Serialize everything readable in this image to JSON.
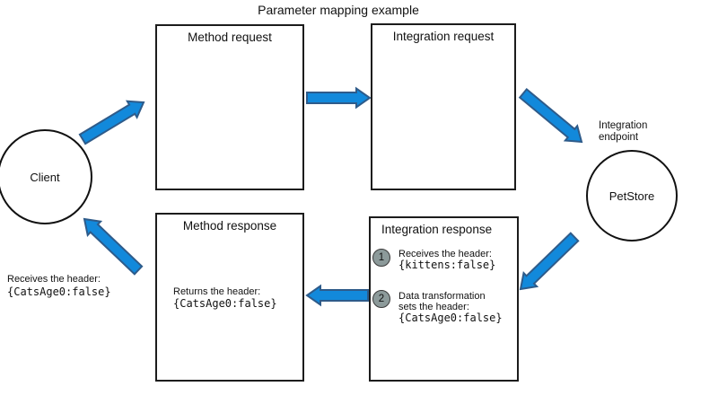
{
  "title": "Parameter mapping example",
  "client": {
    "label": "Client",
    "annotation_label": "Receives the header:",
    "annotation_code": "{CatsAge0:false}"
  },
  "endpoint": {
    "label": "PetStore",
    "caption": "Integration endpoint"
  },
  "boxes": {
    "method_request": {
      "title": "Method request"
    },
    "integration_request": {
      "title": "Integration request"
    },
    "method_response": {
      "title": "Method response",
      "body_label": "Returns the header:",
      "body_code": "{CatsAge0:false}"
    },
    "integration_response": {
      "title": "Integration response",
      "steps": [
        {
          "number": "1",
          "line1": "Receives the header:",
          "code": "{kittens:false}"
        },
        {
          "number": "2",
          "line1": "Data transformation",
          "line2": "sets the header:",
          "code": "{CatsAge0:false}"
        }
      ]
    }
  },
  "icons": {
    "arrows": [
      "arrow-client-to-method-request",
      "arrow-method-request-to-integration-request",
      "arrow-integration-request-to-endpoint",
      "arrow-endpoint-to-integration-response",
      "arrow-integration-response-to-method-response",
      "arrow-method-response-to-client"
    ]
  },
  "colors": {
    "arrow_fill": "#1289DB",
    "arrow_stroke": "#2E5B8A",
    "badge_fill": "#8C9A9A",
    "border": "#1c1c1c",
    "text": "#111111"
  }
}
